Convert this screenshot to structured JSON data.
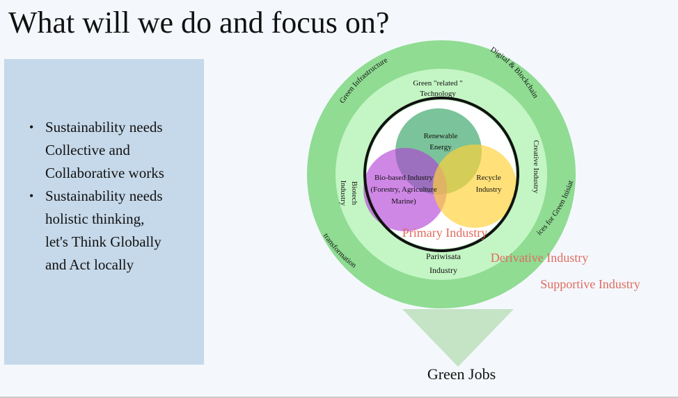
{
  "slide": {
    "title": "What will we do and focus on?"
  },
  "panel": {
    "bullets": [
      {
        "lines": [
          "Sustainability needs",
          "Collective and",
          "Collaborative works"
        ]
      },
      {
        "lines": [
          "Sustainability needs",
          "holistic thinking,",
          "let's Think Globally",
          "and Act locally"
        ]
      }
    ]
  },
  "diagram": {
    "outer_ring": [
      "Green Infrastructure",
      "Digital & Blockchain",
      "Creative Industry",
      "Services for Green Inisiatives",
      "transformation"
    ],
    "middle_ring": {
      "top": [
        "Green \"related \"",
        "Technology"
      ],
      "left": [
        "Biotech",
        "Industry"
      ],
      "bottom": [
        "Pariwisata",
        "Industry"
      ]
    },
    "venn": {
      "renewable": [
        "Renewable",
        "Energy"
      ],
      "biobased": [
        "Bio-based Industry",
        "(Forestry, Agriculture",
        "Marine)"
      ],
      "recycle": [
        "Recycle",
        "Industry"
      ]
    },
    "levels": {
      "primary": "Primary Industry",
      "derivative": "Derivative Industry",
      "supportive": "Supportive Industry"
    },
    "output": "Green Jobs",
    "colors": {
      "outer_ring": "#8fdc92",
      "middle_ring": "#c4f5c4",
      "venn_renewable": "#3da66a",
      "venn_biobased": "#b23ed6",
      "venn_recycle": "#ffd23a",
      "level_text": "#e06b5e",
      "arrow": "#c5e3c5"
    }
  }
}
